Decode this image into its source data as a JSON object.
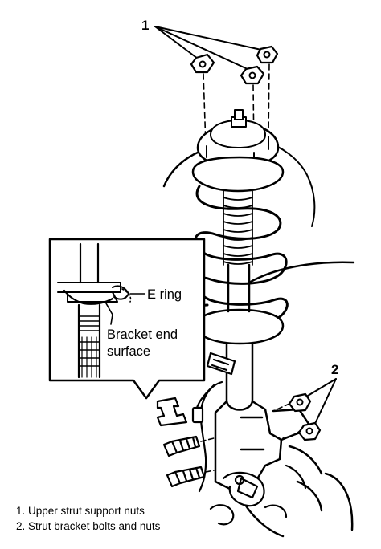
{
  "diagram": {
    "callouts": {
      "one": "1",
      "two": "2"
    },
    "inset": {
      "e_ring": "E ring",
      "bracket_line1": "Bracket end",
      "bracket_line2": "surface"
    },
    "legend": [
      "1. Upper strut support nuts",
      "2. Strut bracket bolts and nuts"
    ]
  }
}
